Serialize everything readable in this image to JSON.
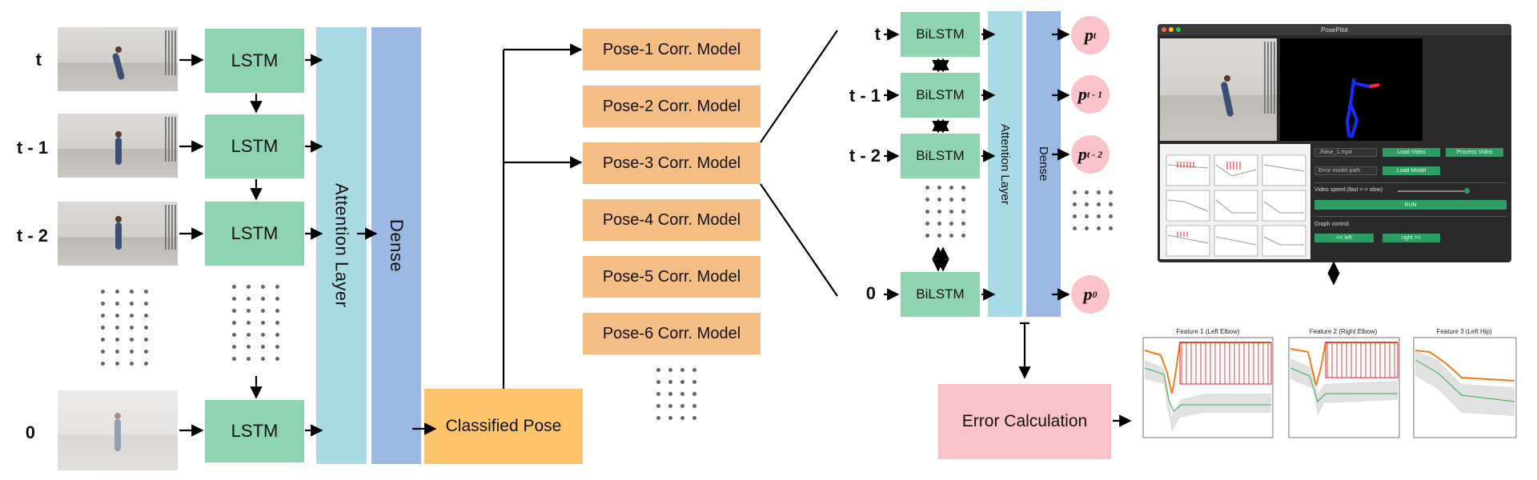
{
  "left_inputs": {
    "time_labels": [
      "t",
      "t - 1",
      "t - 2",
      "0"
    ],
    "lstm_label": "LSTM",
    "attention_label": "Attention Layer",
    "dense_label": "Dense"
  },
  "classifier": {
    "classified_label": "Classified Pose"
  },
  "correction_models": [
    "Pose-1 Corr. Model",
    "Pose-2 Corr. Model",
    "Pose-3 Corr. Model",
    "Pose-4 Corr. Model",
    "Pose-5 Corr. Model",
    "Pose-6 Corr. Model"
  ],
  "detail": {
    "time_labels": [
      "t",
      "t - 1",
      "t - 2",
      "0"
    ],
    "bilstm_label": "BiLSTM",
    "attention_label": "Attention Layer",
    "dense_label": "Dense",
    "outputs": [
      {
        "base": "p",
        "sub": "t"
      },
      {
        "base": "p",
        "sub": "t - 1"
      },
      {
        "base": "p",
        "sub": "t - 2"
      },
      {
        "base": "p",
        "sub": "0"
      }
    ],
    "error_label": "Error Calculation"
  },
  "app": {
    "title": "PosePilot",
    "file_field": "./false_1.mp4",
    "model_field": "Error model path",
    "load_video": "Load Video",
    "process_video": "Process Video",
    "load_model": "Load Model",
    "speed_label": "Video speed (fast <-> slow)",
    "run_button": "RUN",
    "graph_label": "Graph control:",
    "left_button": "<< left",
    "right_button": "right >>"
  },
  "plots": {
    "titles": [
      "Feature 1 (Left Elbow)",
      "Feature 2 (Right Elbow)",
      "Feature 3 (Left Hip)"
    ]
  }
}
